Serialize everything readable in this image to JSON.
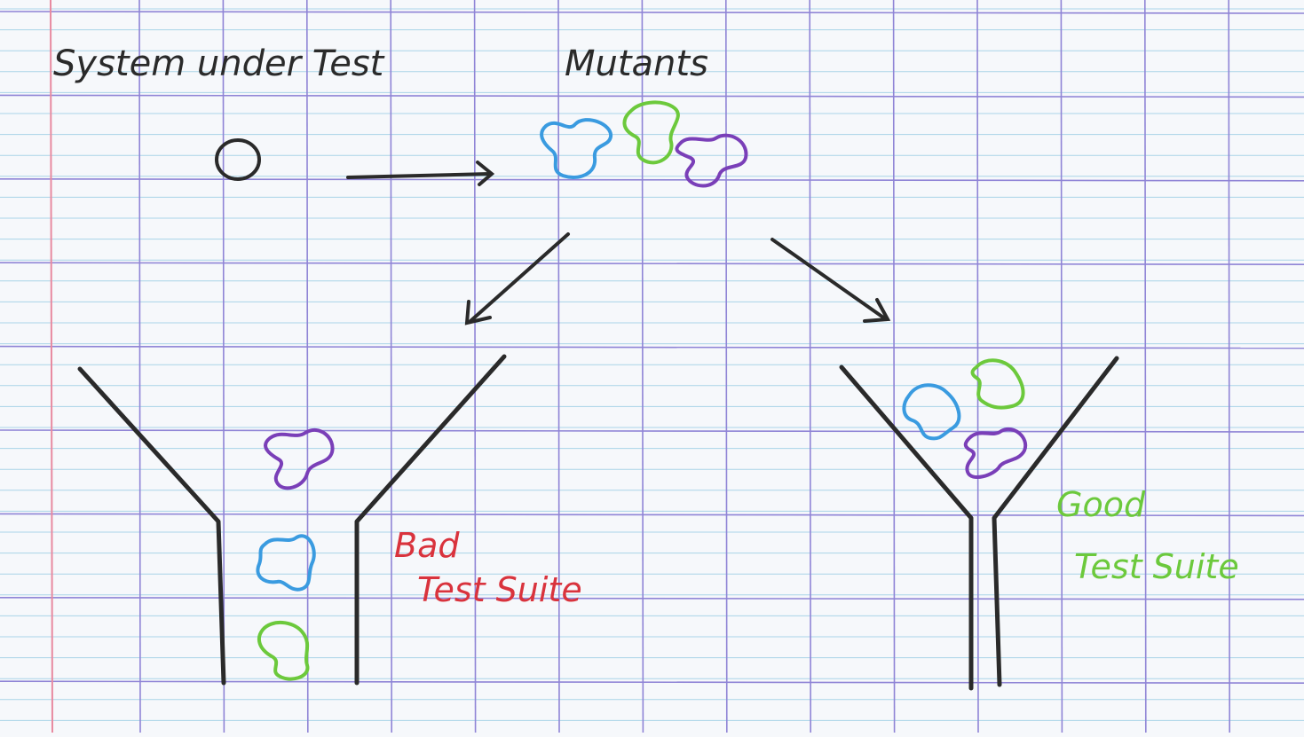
{
  "labels": {
    "system_under_test": "System under Test",
    "mutants": "Mutants",
    "bad": "Bad",
    "bad_suite": "Test Suite",
    "good": "Good",
    "good_suite": "Test Suite"
  },
  "colors": {
    "paper": "#f6f8fb",
    "grid_fine": "#a9d4e8",
    "grid_major": "#8f84d6",
    "margin_line": "#e88aa0",
    "ink_black": "#2a2a2a",
    "mutant_blue": "#3a9be0",
    "mutant_green": "#6cc93c",
    "mutant_purple": "#7a3fb8",
    "bad_label": "#d9333d",
    "good_label": "#6cc93c"
  }
}
